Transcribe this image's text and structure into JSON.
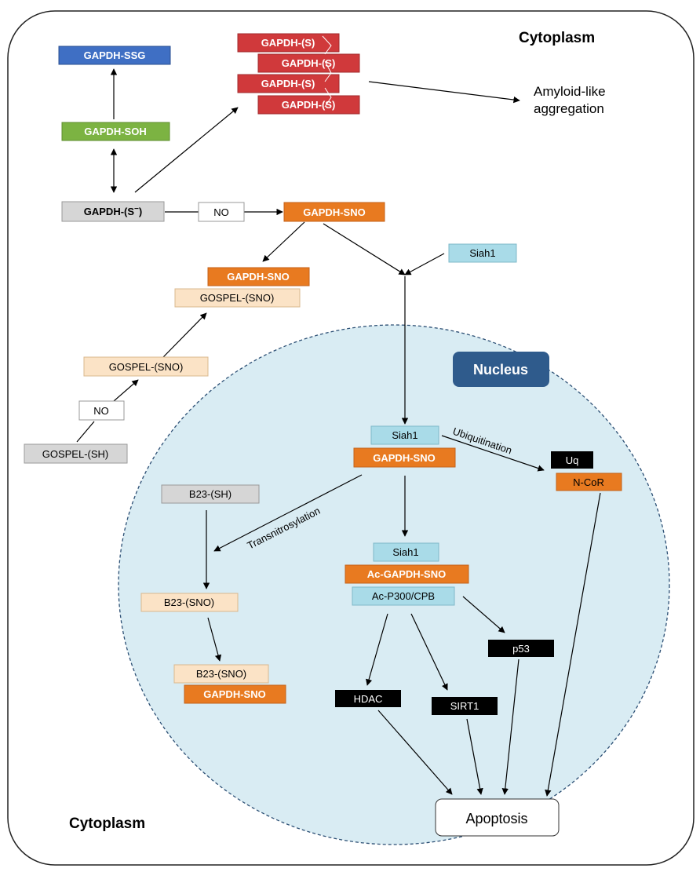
{
  "colors": {
    "blue": "#3f6fc4",
    "green": "#7cb342",
    "red": "#d0393b",
    "orange": "#e87a20",
    "gray": "#d6d6d6",
    "peach": "#fbe3c6",
    "lightblue": "#a9dbe8",
    "black": "#000000",
    "nucleus_fill": "#d9ecf3",
    "nucleus_border": "#2c4f74",
    "nucleus_title_bg": "#2f5b8c"
  },
  "labels": {
    "cytoplasm_top": "Cytoplasm",
    "cytoplasm_bottom": "Cytoplasm",
    "nucleus": "Nucleus",
    "amyloid_line1": "Amyloid-like",
    "amyloid_line2": "aggregation",
    "apoptosis": "Apoptosis",
    "ubiquitination": "Ubiquitination",
    "transnitrosylation": "Transnitrosylation"
  },
  "nodes": {
    "gapdh_ssg": "GAPDH-SSG",
    "gapdh_soh": "GAPDH-SOH",
    "gapdh_s_minus": "GAPDH-(S",
    "gapdh_s_minus_sup": "−",
    "gapdh_s_minus_close": ")",
    "no_1": "NO",
    "gapdh_sno_1": "GAPDH-SNO",
    "gapdh_s_1": "GAPDH-(S)",
    "gapdh_s_2": "GAPDH-(S)",
    "gapdh_s_3": "GAPDH-(S)",
    "gapdh_s_4": "GAPDH-(S)",
    "siah1_cyto": "Siah1",
    "gapdh_sno_2": "GAPDH-SNO",
    "gospel_sno_1": "GOSPEL-(SNO)",
    "gospel_sno_2": "GOSPEL-(SNO)",
    "no_2": "NO",
    "gospel_sh": "GOSPEL-(SH)",
    "siah1_nuc1": "Siah1",
    "gapdh_sno_3": "GAPDH-SNO",
    "uq": "Uq",
    "ncor": "N-CoR",
    "b23_sh": "B23-(SH)",
    "siah1_nuc2": "Siah1",
    "ac_gapdh_sno": "Ac-GAPDH-SNO",
    "ac_p300": "Ac-P300/CPB",
    "b23_sno_1": "B23-(SNO)",
    "p53": "p53",
    "b23_sno_2": "B23-(SNO)",
    "gapdh_sno_4": "GAPDH-SNO",
    "hdac": "HDAC",
    "sirt1": "SIRT1"
  }
}
